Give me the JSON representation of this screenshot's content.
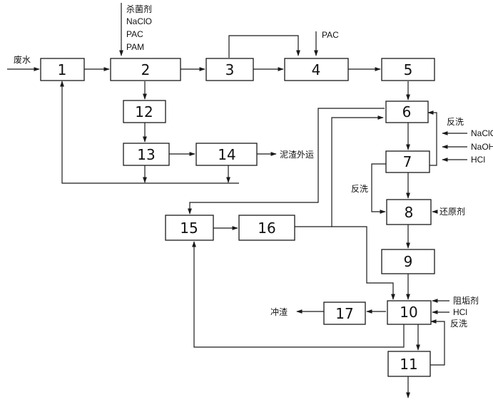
{
  "diagram": {
    "boxes": {
      "b1": "1",
      "b2": "2",
      "b3": "3",
      "b4": "4",
      "b5": "5",
      "b6": "6",
      "b7": "7",
      "b8": "8",
      "b9": "9",
      "b10": "10",
      "b11": "11",
      "b12": "12",
      "b13": "13",
      "b14": "14",
      "b15": "15",
      "b16": "16",
      "b17": "17"
    },
    "labels": {
      "wastewater": "废水",
      "chem2": [
        "杀菌剂",
        "NaClO",
        "PAC",
        "PAM"
      ],
      "pac4": "PAC",
      "backwash_6": "反洗",
      "chem6": [
        "NaClO",
        "NaOH",
        "HCl"
      ],
      "backwash_7": "反洗",
      "reductant": "还原剂",
      "sludge_out": "泥渣外运",
      "chem10": [
        "阻垢剂",
        "HCl"
      ],
      "backwash_10": "反洗",
      "flush": "冲渣"
    }
  }
}
